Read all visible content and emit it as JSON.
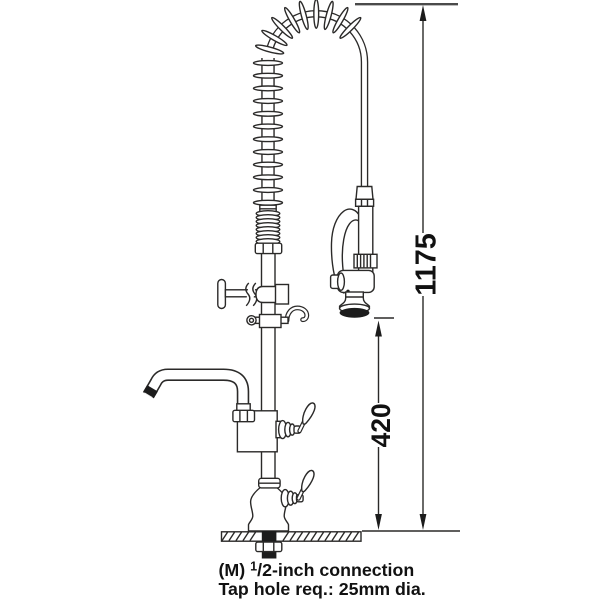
{
  "dimensions": {
    "overall_height_mm": "1175",
    "spray_outlet_height_mm": "420"
  },
  "caption": {
    "line1_prefix": "(M) ",
    "line1_superscript": "1",
    "line1_rest": "/2-inch connection",
    "line2": "Tap hole req.: 25mm dia."
  },
  "colors": {
    "line": "#2b2a29",
    "text": "#111111",
    "background": "#ffffff"
  }
}
